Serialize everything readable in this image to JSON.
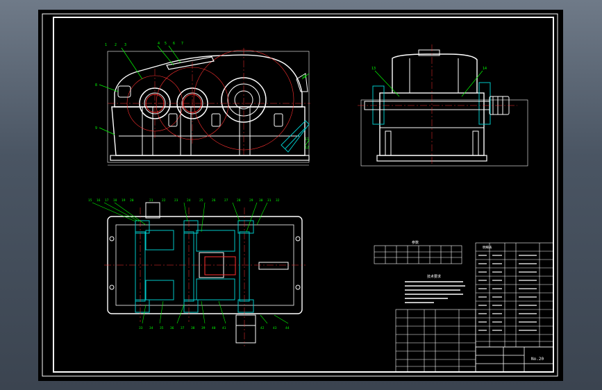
{
  "colors": {
    "background": "#000000",
    "frame": "#ffffff",
    "outline": "#ffffff",
    "centerline": "#ff3030",
    "leader": "#00ff00",
    "hatch": "#00c8c8",
    "dimension": "#ffffff",
    "chrome_top": "#6f7a88"
  },
  "front_view": {
    "balloons": [
      "1",
      "2",
      "3",
      "4",
      "5",
      "6",
      "7",
      "8",
      "9",
      "10",
      "11",
      "12"
    ]
  },
  "side_view": {
    "balloons": [
      "13",
      "14"
    ]
  },
  "top_view": {
    "top_balloons": [
      "15",
      "16",
      "17",
      "18",
      "19",
      "20",
      "21",
      "22",
      "23",
      "24",
      "25",
      "26",
      "27",
      "28",
      "29",
      "30",
      "31",
      "32"
    ],
    "bottom_balloons": [
      "33",
      "34",
      "35",
      "36",
      "37",
      "38",
      "39",
      "40",
      "41",
      "42",
      "43",
      "44"
    ]
  },
  "param_table": {
    "title": "参数"
  },
  "notes": {
    "title": "技术要求"
  },
  "parts_list": {
    "title": "明细表"
  },
  "title_block": {
    "drawing_no": "No.20"
  }
}
